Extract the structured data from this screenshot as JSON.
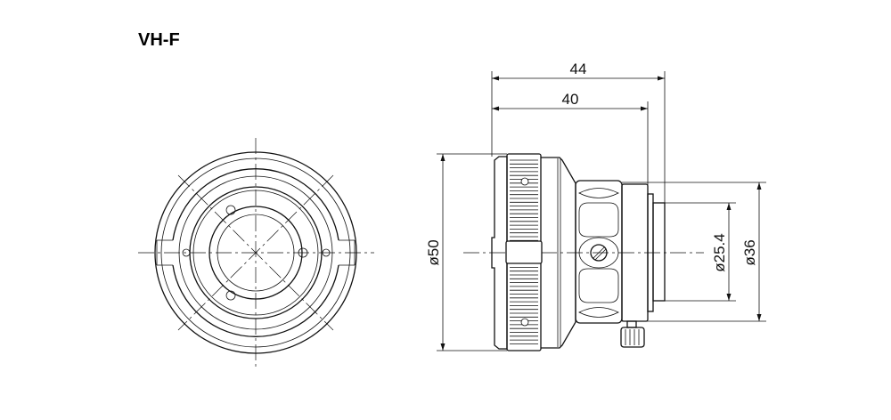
{
  "title": "VH-F",
  "dimensions": {
    "overall_length": "44",
    "body_length": "40",
    "outer_diameter": "ø50",
    "mount_diameter": "ø25.4",
    "rear_diameter": "ø36"
  },
  "views": [
    "front-view",
    "side-view"
  ]
}
